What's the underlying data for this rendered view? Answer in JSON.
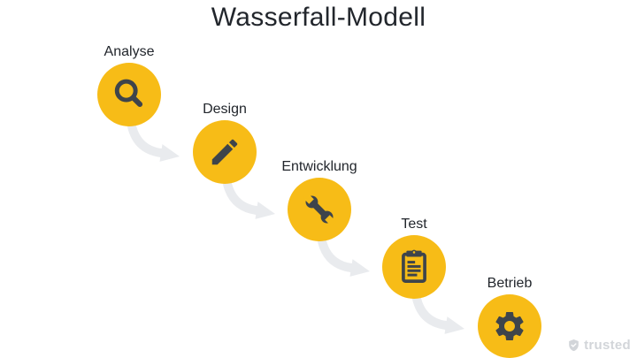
{
  "title": "Wasserfall-Modell",
  "steps": [
    {
      "label": "Analyse",
      "icon": "search-icon"
    },
    {
      "label": "Design",
      "icon": "pencil-icon"
    },
    {
      "label": "Entwicklung",
      "icon": "wrench-icon"
    },
    {
      "label": "Test",
      "icon": "clipboard-icon"
    },
    {
      "label": "Betrieb",
      "icon": "gear-icon"
    }
  ],
  "watermark": {
    "label": "trusted",
    "icon": "shield-check-icon"
  },
  "colors": {
    "circle": "#F7BC17",
    "icon": "#3E444B",
    "text": "#22262C",
    "arrow": "#E9EBEE",
    "watermark": "#D2D5D9",
    "background": "#FFFFFF"
  }
}
